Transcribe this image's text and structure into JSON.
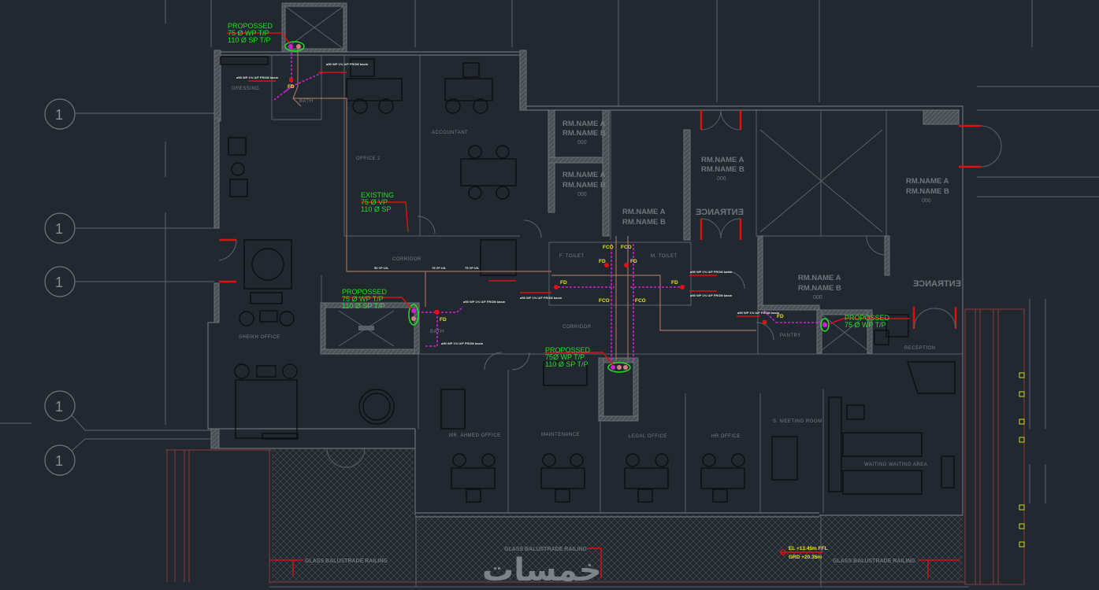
{
  "drawing": {
    "title": "Ground Floor Drainage Layout",
    "colors": {
      "background": "#212830",
      "wall": "#6a7078",
      "annotation_green": "#22e022",
      "leader_red": "#e01010",
      "pipe_magenta": "#d020d0",
      "pipe_brown": "#a07060",
      "tag_yellow": "#e6e61a"
    },
    "grid_bubbles": [
      "1",
      "1",
      "1",
      "1",
      "1"
    ],
    "callouts": [
      {
        "status": "PROPOSSED",
        "line1": "75 Ø WP T/P",
        "line2": "110 Ø SP T/P"
      },
      {
        "status": "EXISTING",
        "line1": "75 Ø VP",
        "line2": "110 Ø SP"
      },
      {
        "status": "PROPOSSED",
        "line1": "75 Ø WP T/P",
        "line2": "110 Ø SP T/P"
      },
      {
        "status": "PROPOSSED",
        "line1": "75Ø WP T/P",
        "line2": "110 Ø SP T/P"
      },
      {
        "status": "PROPOSSED",
        "line1": "75 Ø WP T/P",
        "line2": ""
      }
    ],
    "rooms": {
      "dressing": "DRESSING",
      "bath_1": "BATH",
      "office_2": "OFFICE 2",
      "accountant": "ACCOUNTANT",
      "corridor_1": "CORRIDOR",
      "bath_2": "BATH",
      "sheikh_office": "SHEIKH OFFICE",
      "f_toilet": "F. TOILET",
      "m_toilet": "M. TOILET",
      "corridor_2": "CORRIDOR",
      "pantry": "PANTRY",
      "reception": "RECEPTION",
      "mr_ahmed_office": "MR. AHMED OFFICE",
      "maintenance": "MAINTENANCE",
      "legal_office": "LEGAL OFFICE",
      "hr_office": "HR OFFICE",
      "s_meeting_room": "S. MEETING ROOM",
      "waiting_area": "WAITING WAITING AREA"
    },
    "room_tags": [
      {
        "a": "RM.NAME A",
        "b": "RM.NAME B",
        "num": "000"
      },
      {
        "a": "RM.NAME A",
        "b": "RM.NAME B",
        "num": "000"
      },
      {
        "a": "RM.NAME A",
        "b": "RM.NAME B",
        "num": "000"
      },
      {
        "a": "RM.NAME A",
        "b": "RM.NAME B",
        "num": "000"
      },
      {
        "a": "RM.NAME A",
        "b": "RM.NAME B",
        "num": "000"
      },
      {
        "a": "RM.NAME A",
        "b": "RM.NAME B",
        "num": ""
      }
    ],
    "entrance_labels": [
      "ENTRANCE",
      "ENTRANCE"
    ],
    "fixture_tags": {
      "floor_drain": "FD",
      "floor_cleanout": "FCO"
    },
    "railing_labels": [
      "GLASS BALUSTRADE RAILING",
      "GLASS BALUSTRADE RAILING",
      "GLASS BALUSTRADE RAILING"
    ],
    "level": {
      "line1": "EL +13.45m FFL",
      "line2": "GRD +20.35m"
    },
    "pipe_notes": {
      "wp_from_basin": "ø50 WP 1% U/F FROM basin",
      "slope": "50 VP U/L",
      "vp": "75 VP U/L"
    },
    "watermark": "خمسات"
  }
}
